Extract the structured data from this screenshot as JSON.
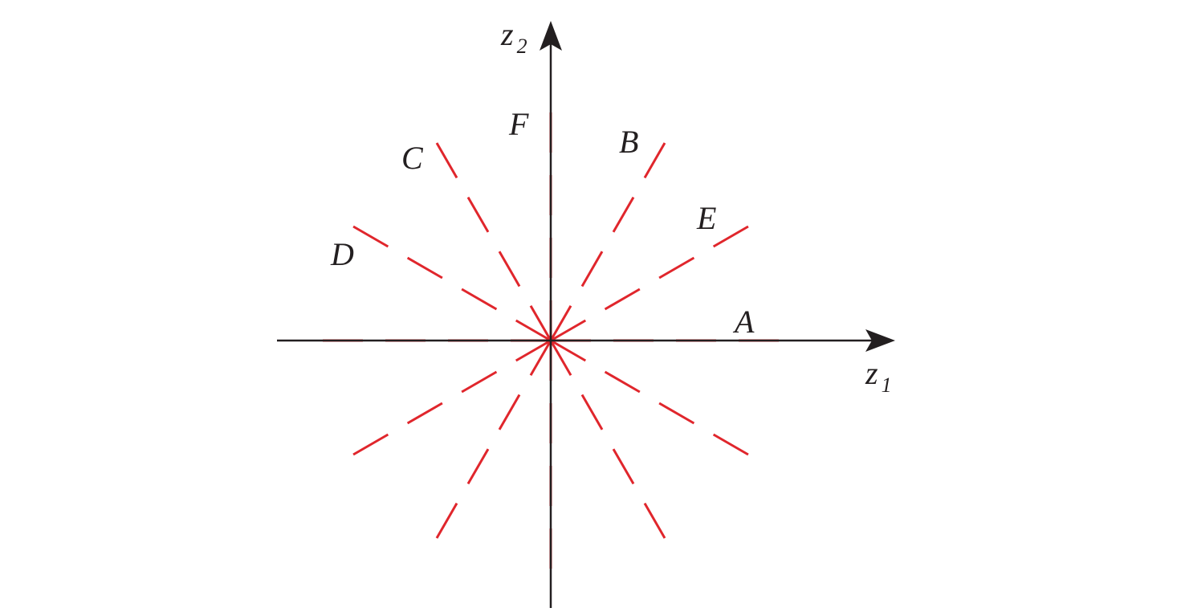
{
  "axes": {
    "x_label": {
      "var": "z",
      "sub": "1"
    },
    "y_label": {
      "var": "z",
      "sub": "2"
    }
  },
  "lines": [
    {
      "label": "A",
      "angle_deg": 0
    },
    {
      "label": "E",
      "angle_deg": 30
    },
    {
      "label": "B",
      "angle_deg": 60
    },
    {
      "label": "F",
      "angle_deg": 90
    },
    {
      "label": "C",
      "angle_deg": 120
    },
    {
      "label": "D",
      "angle_deg": 150
    }
  ],
  "colors": {
    "lines": "#e0262c",
    "axes": "#231f20"
  }
}
